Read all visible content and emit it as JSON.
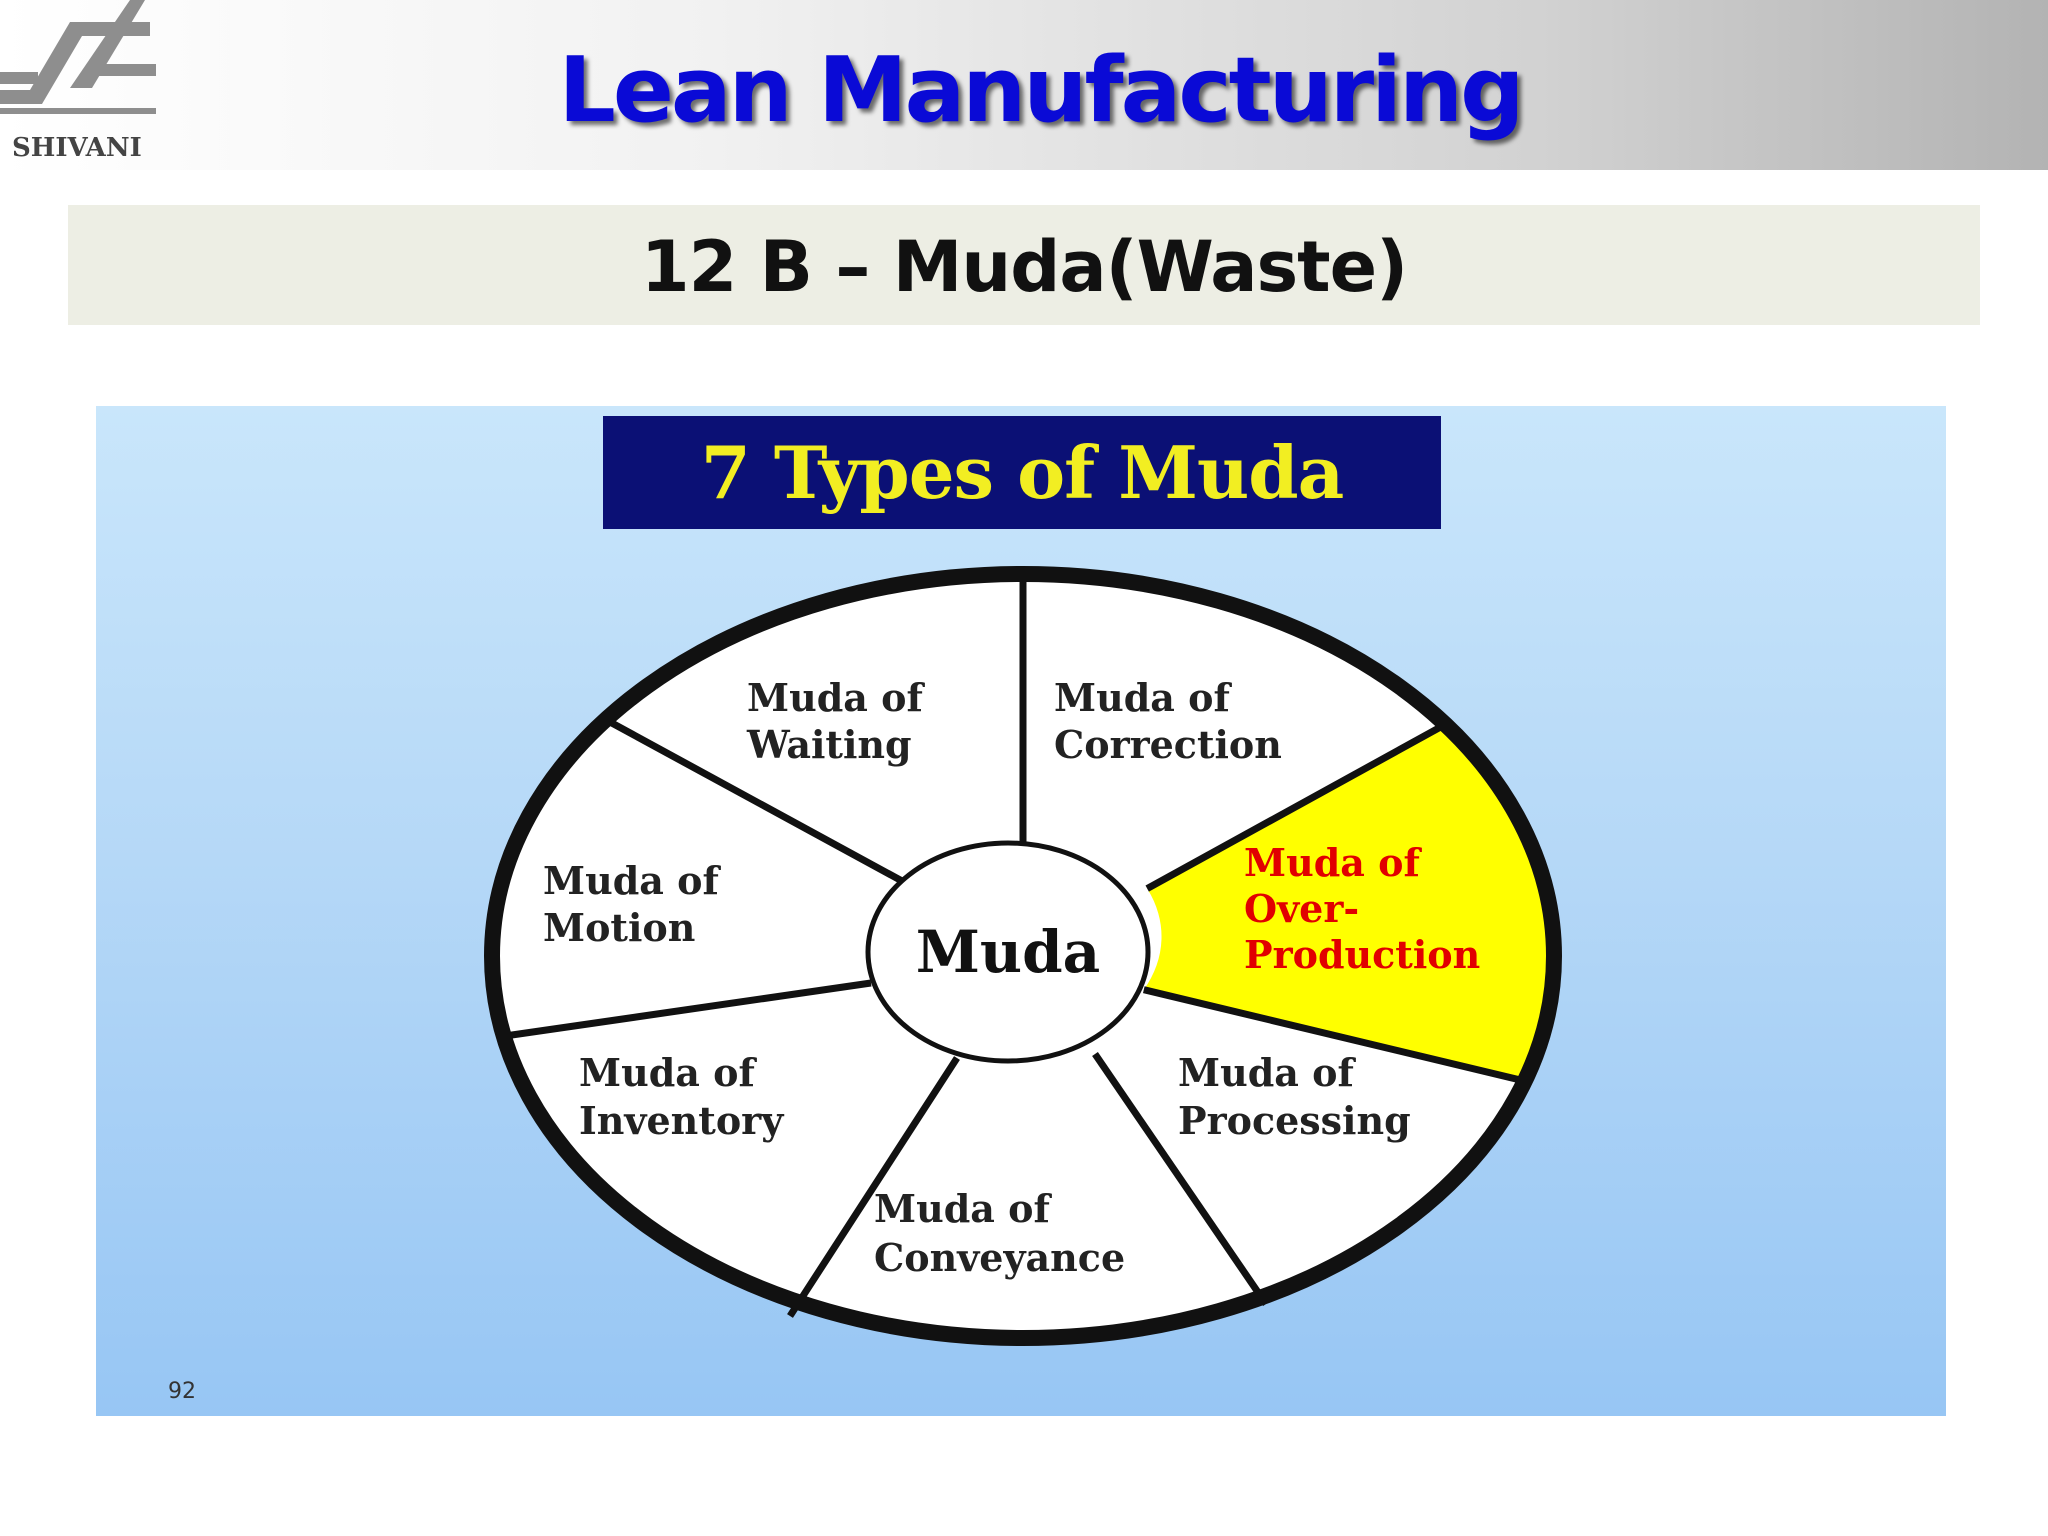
{
  "header": {
    "logo_text": "SHIVANI",
    "title": "Lean Manufacturing"
  },
  "subtitle": "12 B – Muda(Waste)",
  "diagram": {
    "title": "7 Types of Muda",
    "center": "Muda",
    "highlight_color": "#ffff00",
    "segments": [
      {
        "line1": "Muda of",
        "line2": "Waiting"
      },
      {
        "line1": "Muda of",
        "line2": "Correction"
      },
      {
        "line1": "Muda of",
        "line2": "Over-",
        "line3": "Production",
        "highlighted": true
      },
      {
        "line1": "Muda of",
        "line2": "Processing"
      },
      {
        "line1": "Muda of",
        "line2": "Conveyance"
      },
      {
        "line1": "Muda of",
        "line2": "Inventory"
      },
      {
        "line1": "Muda of",
        "line2": "Motion"
      }
    ],
    "page_number": "92"
  }
}
